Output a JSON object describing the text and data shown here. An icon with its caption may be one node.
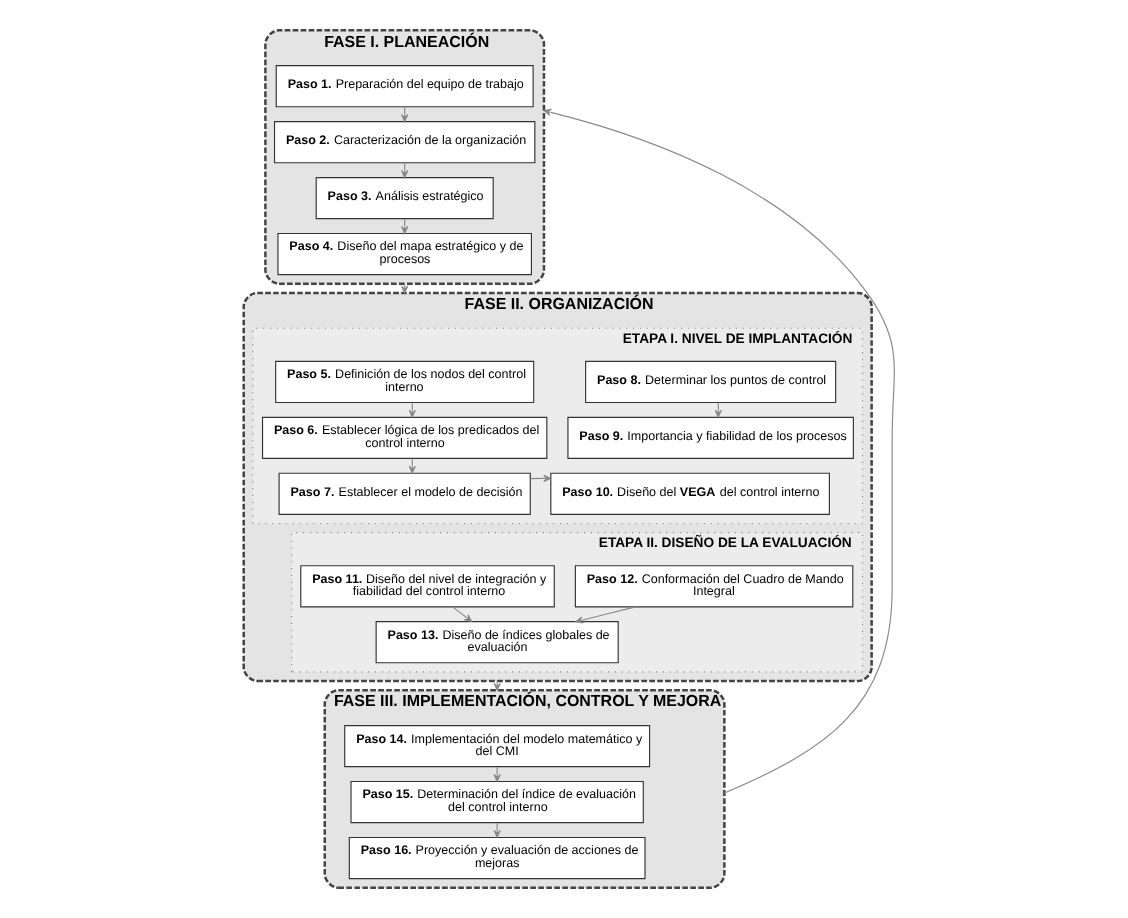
{
  "diagram": {
    "nodes": [
      {
        "text": [
          "FASE I. PLANEACIÓN"
        ]
      },
      {
        "text": [
          "**Paso 1.** Preparación del equipo de trabajo"
        ],
        "in": 0
      },
      {
        "text": [
          "**Paso 2.** Caracterización de la organización"
        ],
        "in": 0
      },
      {
        "text": [
          "**Paso 3.** Análisis estratégico"
        ],
        "in": 0
      },
      {
        "text": [
          "**Paso 4.** Diseño del mapa estratégico y de procesos"
        ],
        "in": 0
      },
      {
        "text": [
          "FASE II. ORGANIZACIÓN"
        ]
      },
      {
        "text": [
          "ETAPA I. NIVEL DE IMPLANTACIÓN"
        ],
        "in": 5
      },
      {
        "text": [
          "**Paso 5.** Definición de los nodos del control interno"
        ],
        "in": 6
      },
      {
        "text": [
          "**Paso 6.** Establecer lógica de los predicados del control interno"
        ],
        "in": 6
      },
      {
        "text": [
          "**Paso 7.** Establecer el modelo de decisión"
        ],
        "in": 6
      },
      {
        "text": [
          "**Paso 8.** Determinar los puntos de control"
        ],
        "in": 6
      },
      {
        "text": [
          "**Paso 9.** Importancia y fiabilidad de los procesos"
        ],
        "in": 6
      },
      {
        "text": [
          "**Paso 10.** Diseño del **VEGA** del control interno"
        ],
        "in": 6
      },
      {
        "text": [
          "ETAPA II. DISEÑO DE LA EVALUACIÓN"
        ],
        "in": 5
      },
      {
        "text": [
          "**Paso 11.** Diseño del nivel de integración y fiabilidad del control interno"
        ],
        "in": 13
      },
      {
        "text": [
          "**Paso 12.** Conformación del Cuadro de Mando Integral"
        ],
        "in": 13
      },
      {
        "text": [
          "**Paso 13.** Diseño de índices globales de evaluación"
        ],
        "in": 13
      },
      {
        "text": [
          "FASE III. IMPLEMENTACIÓN, CONTROL Y MEJORA"
        ]
      },
      {
        "text": [
          "**Paso 14.** Implementación del modelo matemático y del CMI"
        ],
        "in": 17
      },
      {
        "text": [
          "**Paso 15.** Determinación del índice de evaluación del control interno"
        ],
        "in": 17
      },
      {
        "text": [
          "**Paso 16.** Proyección y evaluación de acciones de mejoras"
        ],
        "in": 17
      }
    ],
    "edges": [
      {
        "from": 1,
        "to": 2,
        "arrow": "to"
      },
      {
        "from": 2,
        "to": 3,
        "arrow": "to"
      },
      {
        "from": 3,
        "to": 4,
        "arrow": "to"
      },
      {
        "from": 0,
        "to": 5,
        "arrow": "to"
      },
      {
        "from": 7,
        "to": 8,
        "arrow": "to"
      },
      {
        "from": 8,
        "to": 9,
        "arrow": "to"
      },
      {
        "from": 9,
        "to": 12,
        "arrow": "to"
      },
      {
        "from": 10,
        "to": 11,
        "arrow": "to"
      },
      {
        "from": 14,
        "to": 16,
        "arrow": "to"
      },
      {
        "from": 15,
        "to": 16,
        "arrow": "to"
      },
      {
        "from": 5,
        "to": 17,
        "arrow": "to"
      },
      {
        "from": 18,
        "to": 19,
        "arrow": "to"
      },
      {
        "from": 19,
        "to": 20,
        "arrow": "to"
      },
      {
        "from": 17,
        "to": 0,
        "arrow": "to"
      }
    ]
  }
}
